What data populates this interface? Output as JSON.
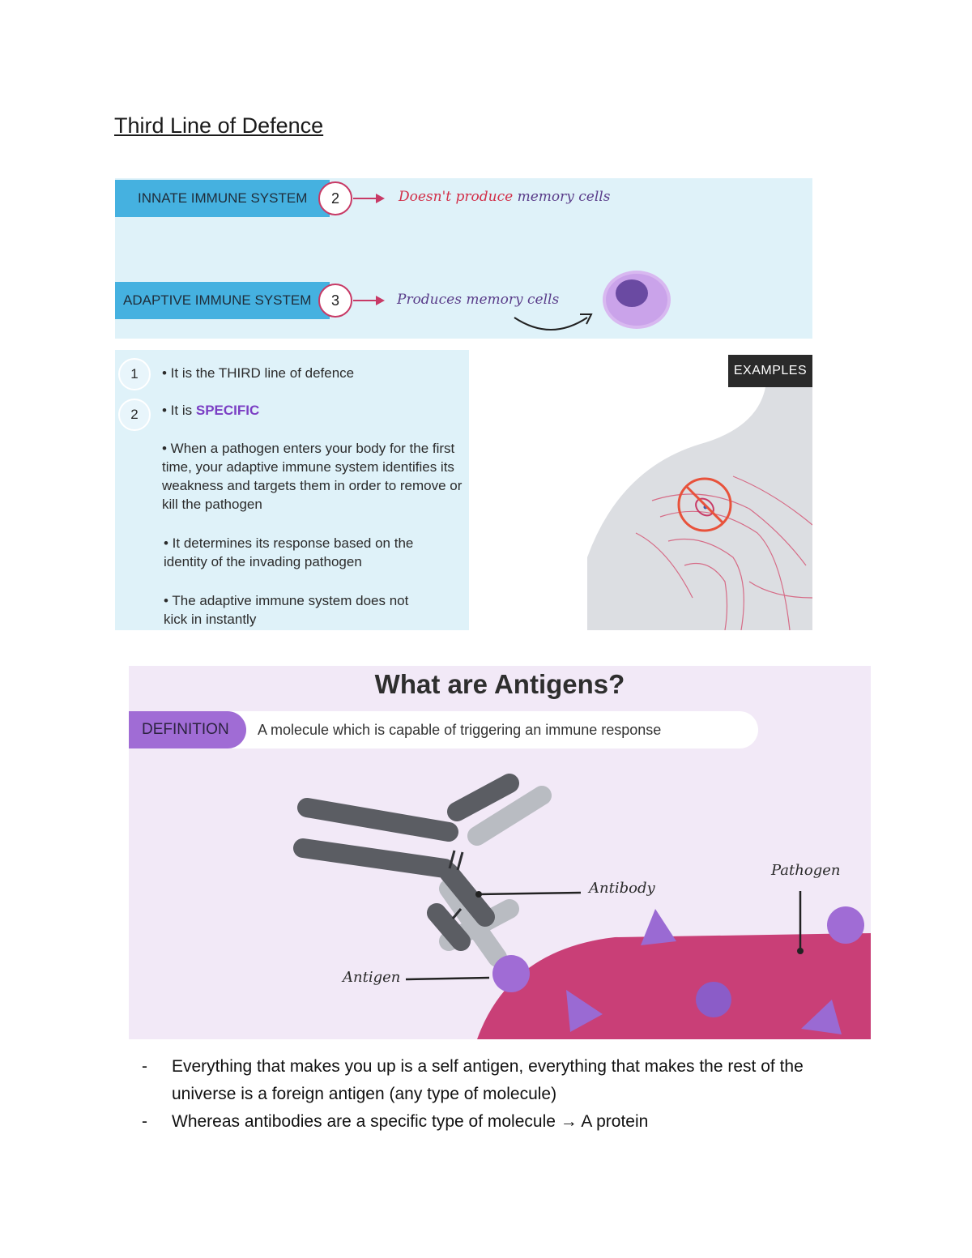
{
  "page": {
    "title": "Third Line of Defence"
  },
  "systems_panel": {
    "innate_label": "INNATE IMMUNE SYSTEM",
    "innate_number": "2",
    "innate_note_part1": "Doesn't produce",
    "innate_note_part2": "memory cells",
    "adaptive_label": "ADAPTIVE IMMUNE SYSTEM",
    "adaptive_number": "3",
    "adaptive_note_part1": "Produces",
    "adaptive_note_part2": "memory cells"
  },
  "features_panel": {
    "step1": "1",
    "step2": "2",
    "bullet1": "• It is the THIRD line of defence",
    "bullet2_prefix": "• It is ",
    "bullet2_accent": "SPECIFIC",
    "bullet3": "• When a pathogen enters your body for the first time, your adaptive immune system identifies its weakness and targets them in order to remove or kill the pathogen",
    "bullet4": "• It determines its response based on the identity of the invading pathogen",
    "bullet5": "• The adaptive immune system does not kick in instantly"
  },
  "examples": {
    "badge": "EXAMPLES"
  },
  "antigens_panel": {
    "title": "What are Antigens?",
    "definition_tag": "DEFINITION",
    "definition_text": "A molecule which is capable of triggering an immune response",
    "label_antibody": "Antibody",
    "label_antigen": "Antigen",
    "label_pathogen": "Pathogen"
  },
  "notes": [
    {
      "dash": "-",
      "text": "Everything that makes you up is a self antigen, everything that makes the rest of the universe is a foreign antigen (any type of molecule)"
    },
    {
      "dash": "-",
      "text": "Whereas antibodies are a specific type of molecule → A protein"
    }
  ],
  "colors": {
    "light_blue_bg": "#dff2f9",
    "label_blue": "#45b1e0",
    "accent_red": "#c83a66",
    "accent_purple": "#7b3fc4",
    "antigen_bg": "#f2e9f7",
    "pathogen_pink": "#c93f77"
  }
}
